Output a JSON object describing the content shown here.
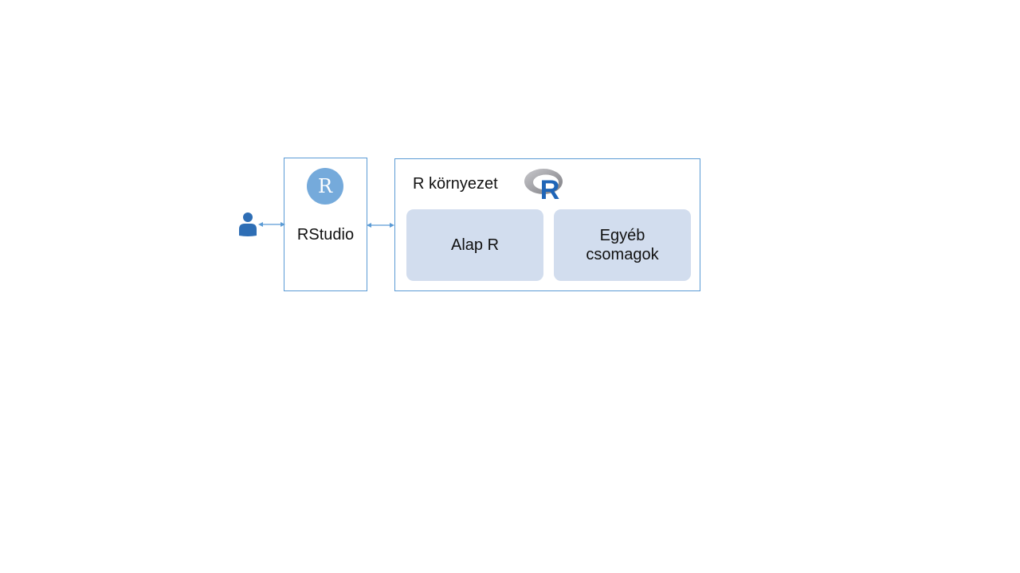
{
  "diagram": {
    "user": {
      "icon": "person-icon",
      "color": "#2e6eb5"
    },
    "connectors": {
      "color": "#5b9bd5",
      "style": "double-headed arrow"
    },
    "rstudio": {
      "label": "RStudio",
      "logo_letter": "R",
      "logo_icon": "rstudio-logo-icon",
      "logo_color": "#75aadb",
      "border_color": "#5b9bd5"
    },
    "r_environment": {
      "title": "R környezet",
      "logo_icon": "r-logo-icon",
      "logo_letter": "R",
      "logo_ring_color": "#9a9a9a",
      "logo_letter_color": "#1f65b7",
      "border_color": "#5b9bd5",
      "boxes": [
        {
          "label": "Alap R",
          "fill": "#d2ddee"
        },
        {
          "label_line1": "Egyéb",
          "label_line2": "csomagok",
          "fill": "#d2ddee"
        }
      ]
    }
  }
}
